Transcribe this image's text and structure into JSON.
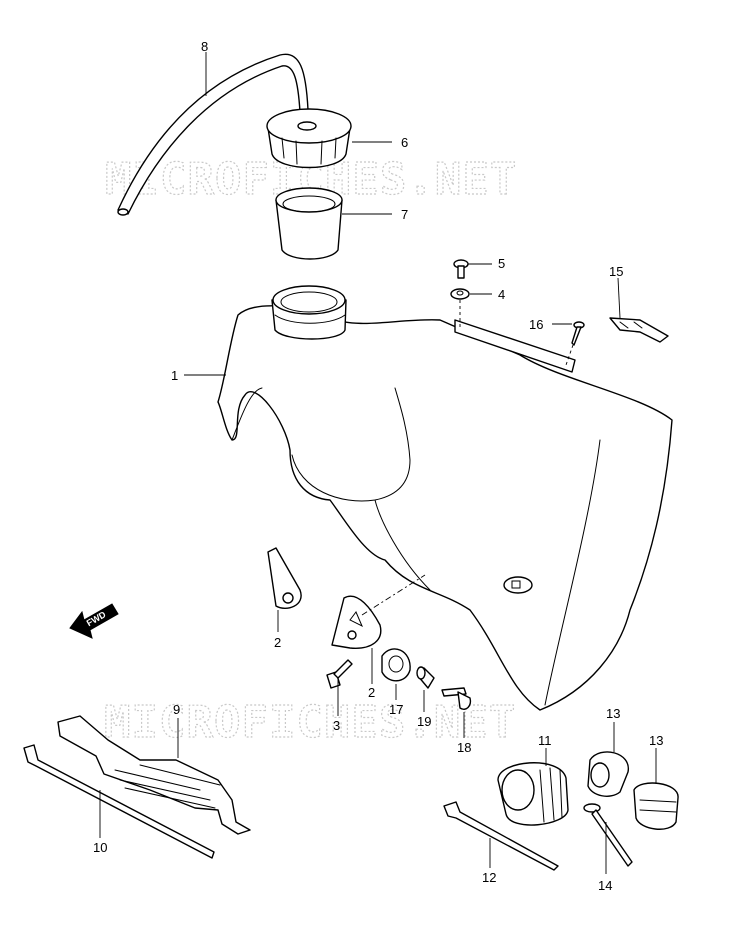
{
  "watermark": {
    "text_top": "MICROFICHES.NET",
    "text_bottom": "MICROFICHES.NET"
  },
  "fwd_label": "FWD",
  "callouts": {
    "p1": "1",
    "p2a": "2",
    "p2b": "2",
    "p3": "3",
    "p4": "4",
    "p5": "5",
    "p6": "6",
    "p7": "7",
    "p8": "8",
    "p9": "9",
    "p10": "10",
    "p11": "11",
    "p12": "12",
    "p13a": "13",
    "p13b": "13",
    "p14": "14",
    "p15": "15",
    "p16": "16",
    "p17": "17",
    "p18": "18",
    "p19": "19"
  }
}
